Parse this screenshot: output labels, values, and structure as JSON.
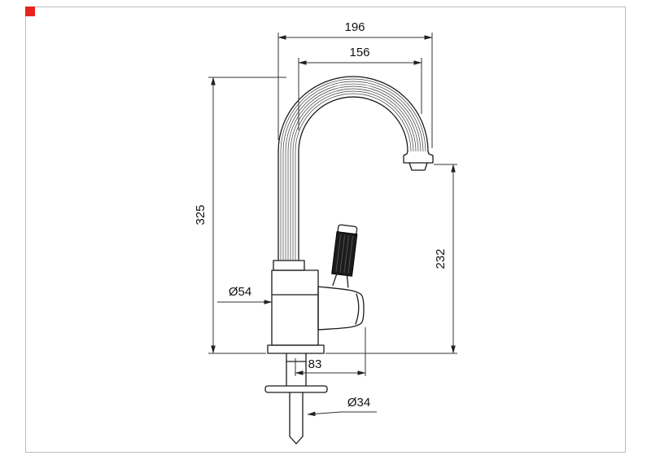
{
  "colors": {
    "accent_red": "#e8231e",
    "frame_gray": "#b9bdc1",
    "line_black": "#1a1a1a",
    "background": "#ffffff"
  },
  "drawing": {
    "dim_overall_reach": "196",
    "dim_spout_reach": "156",
    "dim_total_height": "325",
    "dim_spout_height": "232",
    "dim_body_diameter": "Ø54",
    "dim_handle_depth": "83",
    "dim_shank_diameter": "Ø34"
  }
}
